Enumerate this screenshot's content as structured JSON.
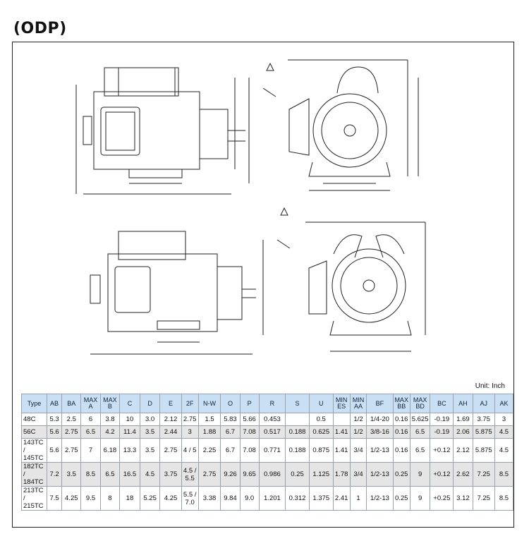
{
  "title": "(ODP)",
  "unit_label": "Unit: Inch",
  "columns": [
    "Type",
    "AB",
    "BA",
    "MAX A",
    "MAX B",
    "C",
    "D",
    "E",
    "2F",
    "N-W",
    "O",
    "P",
    "R",
    "S",
    "U",
    "MIN ES",
    "MIN AA",
    "BF",
    "MAX BB",
    "MAX BD",
    "BC",
    "AH",
    "AJ",
    "AK"
  ],
  "rows": [
    [
      "48C",
      "5.3",
      "2.5",
      "6",
      "3.8",
      "10",
      "3.0",
      "2.12",
      "2.75",
      "1.5",
      "5.83",
      "5.66",
      "0.453",
      "",
      "0.5",
      "",
      "1/2",
      "1/4-20",
      "0.16",
      "5.625",
      "-0.19",
      "1.69",
      "3.75",
      "3"
    ],
    [
      "56C",
      "5.6",
      "2.75",
      "6.5",
      "4.2",
      "11.4",
      "3.5",
      "2.44",
      "3",
      "1.88",
      "6.7",
      "7.08",
      "0.517",
      "0.188",
      "0.625",
      "1.41",
      "1/2",
      "3/8-16",
      "0.16",
      "6.5",
      "-0.19",
      "2.06",
      "5.875",
      "4.5"
    ],
    [
      "143TC / 145TC",
      "5.6",
      "2.75",
      "7",
      "6.18",
      "13.3",
      "3.5",
      "2.75",
      "4 / 5",
      "2.25",
      "6.7",
      "7.08",
      "0.771",
      "0.188",
      "0.875",
      "1.41",
      "3/4",
      "1/2-13",
      "0.16",
      "6.5",
      "+0.12",
      "2.12",
      "5.875",
      "4.5"
    ],
    [
      "182TC / 184TC",
      "7.2",
      "3.5",
      "8.5",
      "6.5",
      "16.5",
      "4.5",
      "3.75",
      "4.5 / 5.5",
      "2.75",
      "9.26",
      "9.65",
      "0.986",
      "0.25",
      "1.125",
      "1.78",
      "3/4",
      "1/2-13",
      "0.25",
      "9",
      "+0.12",
      "2.62",
      "7.25",
      "8.5"
    ],
    [
      "213TC / 215TC",
      "7.5",
      "4.25",
      "9.5",
      "8",
      "18",
      "5.25",
      "4.25",
      "5.5 / 7.0",
      "3.38",
      "9.84",
      "9.0",
      "1.201",
      "0.312",
      "1.375",
      "2.41",
      "1",
      "1/2-13",
      "0.25",
      "9",
      "+0.25",
      "3.12",
      "7.25",
      "8.5"
    ]
  ]
}
